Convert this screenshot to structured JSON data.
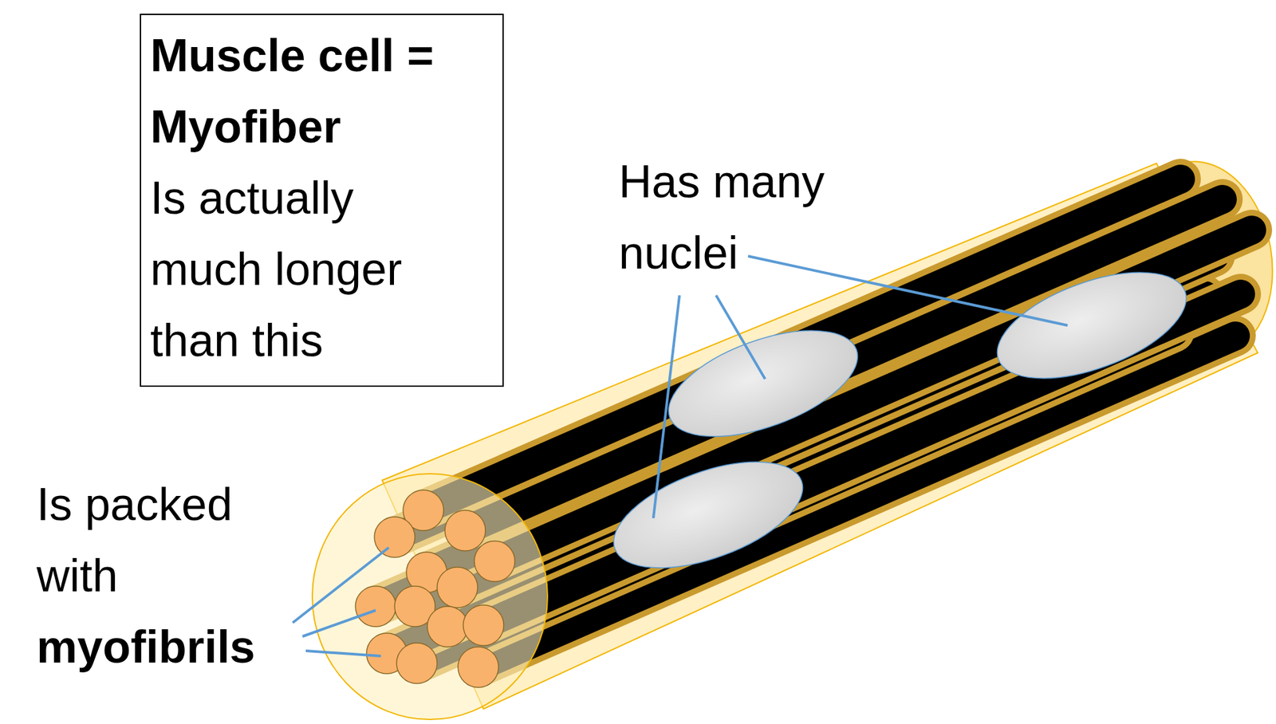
{
  "diagram": {
    "nodes": [
      {
        "text": [
          "Muscle cell = Myofiber",
          "Is actually much longer than this"
        ]
      }
    ],
    "labels": [
      "Has many nuclei",
      "Is packed with",
      "myofibrils"
    ]
  }
}
